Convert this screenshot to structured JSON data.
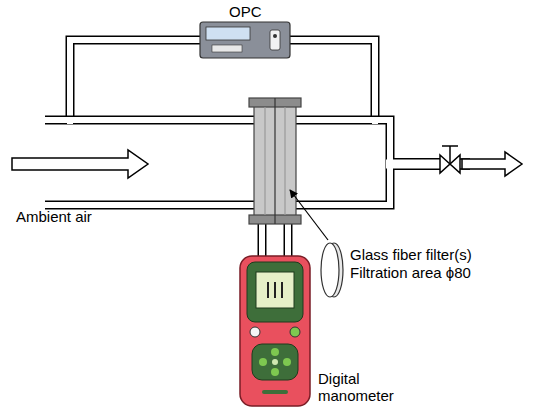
{
  "diagram": {
    "nodes": [
      {
        "text": [
          "OPC"
        ]
      },
      {
        "text": [
          "Digital manometer"
        ]
      }
    ],
    "labels": [
      "Ambient air",
      "Glass fiber filter(s)",
      "Filtration area ϕ80"
    ]
  }
}
